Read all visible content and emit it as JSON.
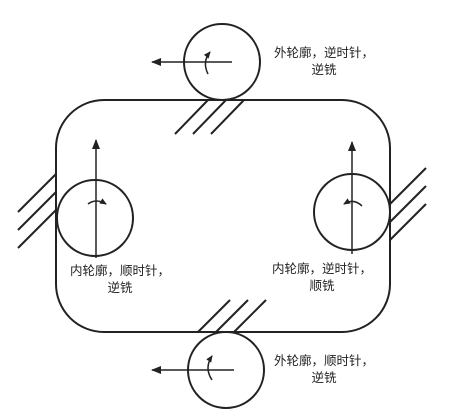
{
  "colors": {
    "stroke": "#222222",
    "background": "#ffffff"
  },
  "labels": {
    "top": {
      "line1": "外轮廓，逆时针，",
      "line2": "逆铣"
    },
    "left": {
      "line1": "内轮廓，顺时针，",
      "line2": "逆铣"
    },
    "right": {
      "line1": "内轮廓，逆时针，",
      "line2": "顺铣"
    },
    "bottom": {
      "line1": "外轮廓，顺时针，",
      "line2": "逆铣"
    }
  }
}
